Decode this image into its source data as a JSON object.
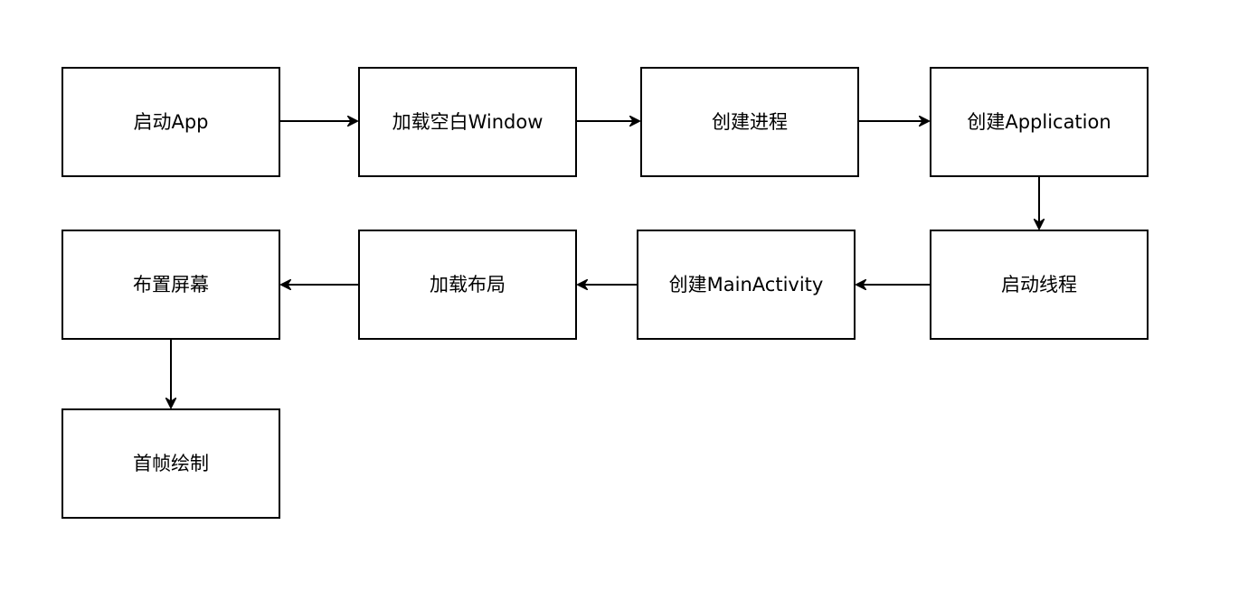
{
  "diagram": {
    "nodes": [
      {
        "id": "start-app",
        "label": "启动App"
      },
      {
        "id": "load-blank-window",
        "label": "加载空白Window"
      },
      {
        "id": "create-process",
        "label": "创建进程"
      },
      {
        "id": "create-application",
        "label": "创建Application"
      },
      {
        "id": "start-thread",
        "label": "启动线程"
      },
      {
        "id": "create-mainactivity",
        "label": "创建MainActivity"
      },
      {
        "id": "load-layout",
        "label": "加载布局"
      },
      {
        "id": "arrange-screen",
        "label": "布置屏幕"
      },
      {
        "id": "first-frame-draw",
        "label": "首帧绘制"
      }
    ],
    "edges": [
      {
        "from": "start-app",
        "to": "load-blank-window"
      },
      {
        "from": "load-blank-window",
        "to": "create-process"
      },
      {
        "from": "create-process",
        "to": "create-application"
      },
      {
        "from": "create-application",
        "to": "start-thread"
      },
      {
        "from": "start-thread",
        "to": "create-mainactivity"
      },
      {
        "from": "create-mainactivity",
        "to": "load-layout"
      },
      {
        "from": "load-layout",
        "to": "arrange-screen"
      },
      {
        "from": "arrange-screen",
        "to": "first-frame-draw"
      }
    ],
    "colors": {
      "stroke": "#000000",
      "fill": "#ffffff",
      "text": "#000000"
    }
  }
}
